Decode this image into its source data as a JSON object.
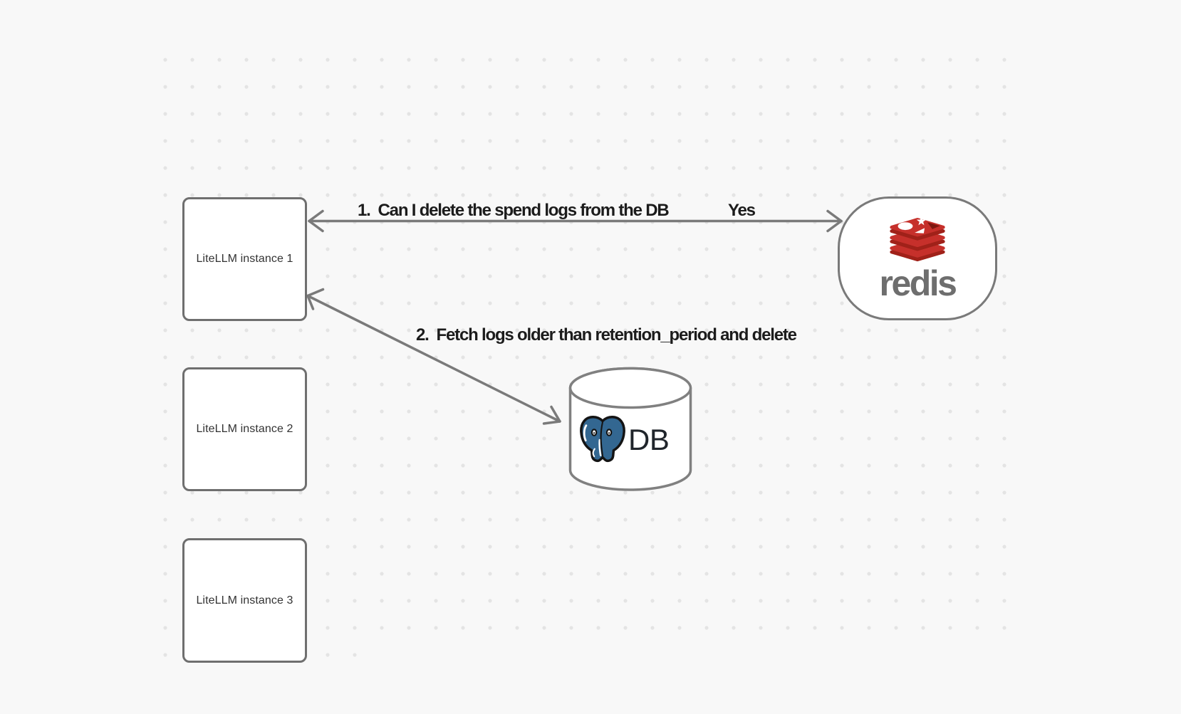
{
  "canvas": {
    "background_color": "#f8f8f8",
    "dot_color": "#e4e4e4",
    "stroke_color": "#7a7a7a"
  },
  "nodes": {
    "litellm_instances": [
      {
        "label": "LiteLLM instance 1"
      },
      {
        "label": "LiteLLM instance 2"
      },
      {
        "label": "LiteLLM instance 3"
      }
    ],
    "redis": {
      "wordmark": "redis",
      "logo_red": "#c6302b",
      "logo_dark_red": "#a02119",
      "wordmark_color": "#6e6e6e"
    },
    "database": {
      "label": "DB",
      "postgres_blue": "#336791"
    }
  },
  "edges": [
    {
      "label": "1.  Can I delete the spend logs from the DB",
      "response_label": "Yes",
      "from": "LiteLLM instance 1",
      "to": "redis",
      "direction": "bidirectional"
    },
    {
      "label": "2.  Fetch logs older than retention_period and delete",
      "from": "LiteLLM instance 1",
      "to": "DB",
      "direction": "bidirectional"
    }
  ]
}
